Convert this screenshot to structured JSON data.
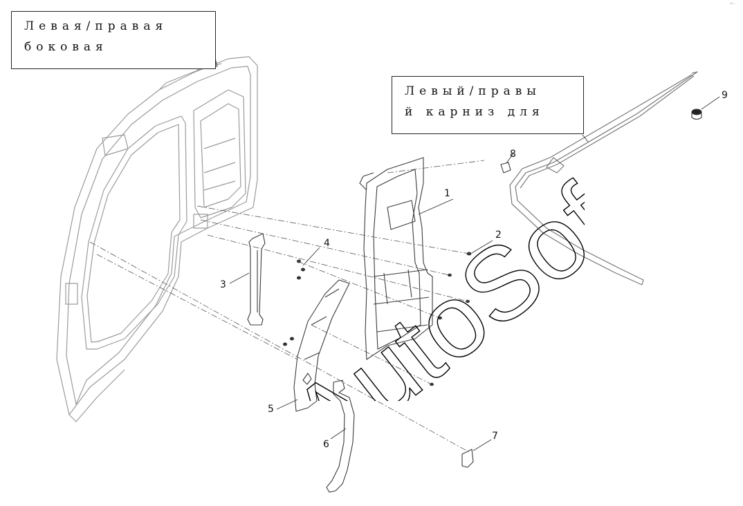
{
  "callouts": {
    "left": {
      "line1": "Левая/правая",
      "line2": "боковая"
    },
    "right": {
      "line1": "Левый/правы",
      "line2": "й карниз для"
    }
  },
  "parts": [
    {
      "id": "part-1",
      "number": "1"
    },
    {
      "id": "part-2",
      "number": "2"
    },
    {
      "id": "part-3",
      "number": "3"
    },
    {
      "id": "part-4",
      "number": "4"
    },
    {
      "id": "part-5",
      "number": "5"
    },
    {
      "id": "part-6",
      "number": "6"
    },
    {
      "id": "part-7",
      "number": "7"
    },
    {
      "id": "part-8",
      "number": "8"
    },
    {
      "id": "part-9",
      "number": "9"
    }
  ],
  "watermark": {
    "text": "AutoSoft"
  },
  "corner_mark": "·°··",
  "colors": {
    "line": "#3a3a3a",
    "light_line": "#9a9a9a",
    "watermark": "#000000"
  }
}
